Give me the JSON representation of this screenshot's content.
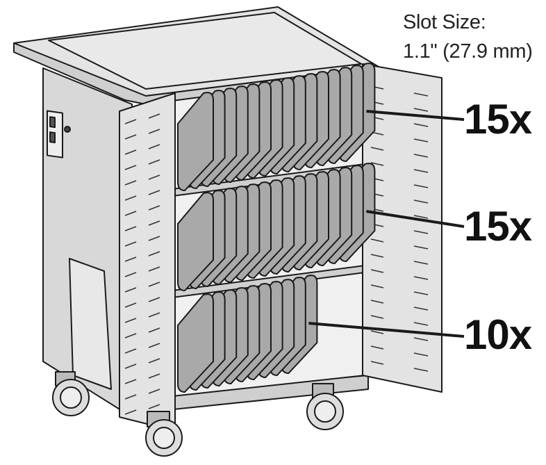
{
  "slot_size": {
    "title": "Slot Size:",
    "value": "1.1\" (27.9 mm)"
  },
  "shelves": [
    {
      "count_label": "15x",
      "devices": 15
    },
    {
      "count_label": "15x",
      "devices": 15
    },
    {
      "count_label": "10x",
      "devices": 10
    }
  ],
  "colors": {
    "cart_body": "#dcdcdc",
    "cart_top": "#e4e4e4",
    "device": "#a9a9a9",
    "interior": "#f0f0f0",
    "outline": "#1a1a1a"
  }
}
